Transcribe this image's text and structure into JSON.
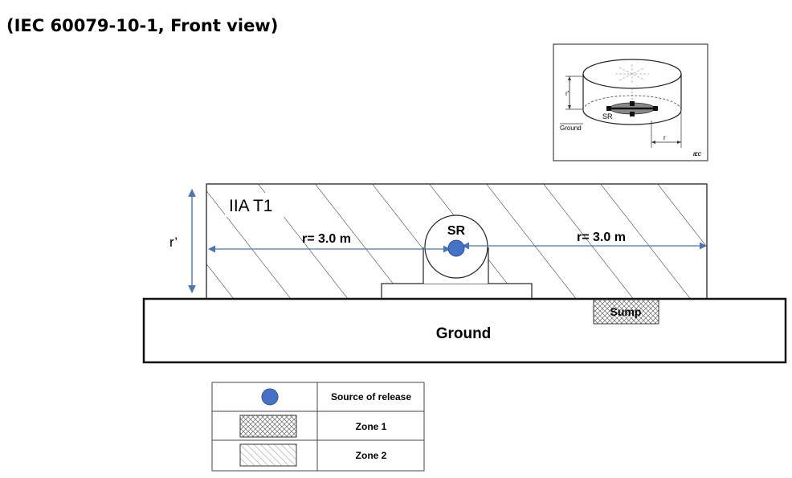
{
  "title": "(IEC 60079-10-1, Front view)",
  "inset": {
    "r_prime": "r'",
    "sr": "SR",
    "ground": "Ground",
    "r": "r",
    "iec": "IEC"
  },
  "main": {
    "gas_group": "IIA T1",
    "r_prime": "r’",
    "radius_left": "r= 3.0 m",
    "radius_right": "r= 3.0 m",
    "source": "SR",
    "sump": "Sump",
    "ground": "Ground"
  },
  "legend": {
    "rows": [
      {
        "label": "Source of release"
      },
      {
        "label": "Zone 1"
      },
      {
        "label": "Zone 2"
      }
    ]
  },
  "colors": {
    "source_fill": "#4472c4",
    "arrow": "#4a74b4"
  }
}
